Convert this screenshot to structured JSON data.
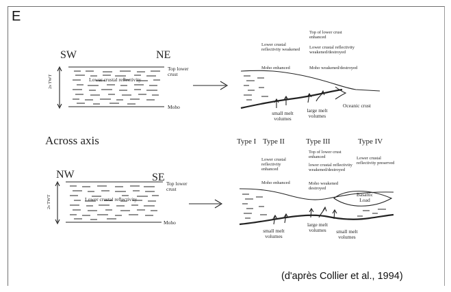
{
  "panel_letter": "E",
  "top": {
    "left_panel": {
      "dir_left": "SW",
      "dir_right": "NE",
      "axis_label": "2s TWT",
      "reflectivity_label": "Lower crustal reflectivity",
      "top_label": "Top lower crust",
      "moho_label": "Moho"
    },
    "right_panel": {
      "note_lower": "Lower crustal reflectivity weakened",
      "note_top": "Top of lower crust enhanced",
      "note_lower2": "Lower crustal reflectivity weakened/destroyed",
      "moho_enhanced": "Moho enhanced",
      "moho_weakened": "Moho weakened/destroyed",
      "oceanic": "Oceanic crust",
      "small_melt": "small melt volumes",
      "large_melt": "large melt volumes"
    }
  },
  "bottom": {
    "section_title": "Across axis",
    "types": [
      "Type I",
      "Type II",
      "Type III",
      "Type IV"
    ],
    "left_panel": {
      "dir_left": "NW",
      "dir_right": "SE",
      "axis_label": "2s TWT",
      "reflectivity_label": "Lower crustal reflectivity",
      "top_label": "Top lower crust",
      "moho_label": "Moho"
    },
    "right_panel": {
      "type2_note": "Lower crustal reflectivity enhanced",
      "type3_note_top": "Top of lower crust enhanced",
      "type3_note_lower": "lower crustal reflectivity weakened/destroyed",
      "type4_note": "Lower crustal reflectivity preserved",
      "moho_enhanced": "Moho enhanced",
      "moho_weakened": "Moho weakened destroyed",
      "basaltic": "Basaltic Load",
      "small_melt_left": "small melt volumes",
      "large_melt": "large melt volumes",
      "small_melt_right": "small melt volumes"
    }
  },
  "caption": "(d'après Collier et al., 1994)"
}
